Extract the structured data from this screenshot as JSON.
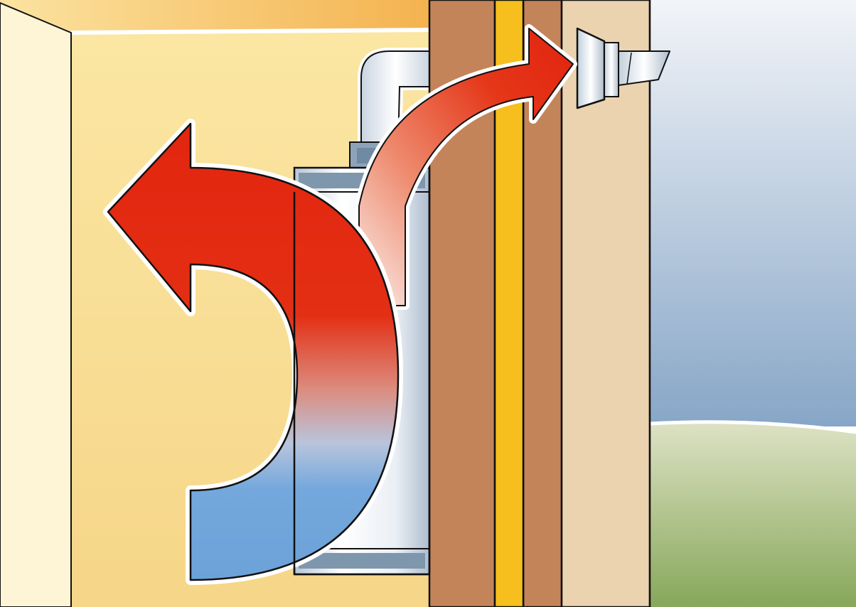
{
  "scene": {
    "elements": [
      "room-wall",
      "left-wall-panel",
      "heat-pump-water-heater",
      "exhaust-duct",
      "wall-studs",
      "wall-insulation",
      "exterior-siding",
      "exterior-vent-hood",
      "outdoor-sky",
      "outdoor-lawn"
    ]
  },
  "arrows": [
    {
      "id": "room-air-arrow",
      "gradient": [
        "#2f77c8",
        "#6fa9dd",
        "#d9a39a",
        "#e3361a"
      ]
    },
    {
      "id": "exhaust-air-arrow",
      "gradient": [
        "#f6e4e0",
        "#e85a3a",
        "#e2230f"
      ]
    }
  ],
  "colors": {
    "wall_warm": "#f8dd8e",
    "wall_light": "#fdf6d8",
    "stud": "#c4845a",
    "insulation": "#f7c020",
    "siding": "#ecd4b2",
    "sky_top": "#eef1f6",
    "sky_bottom": "#8eaccb",
    "grass_top": "#d6dcb8",
    "grass_bottom": "#8cab5c",
    "arrow_red": "#e2230f",
    "arrow_blue": "#6fa9dd",
    "outline": "#111111"
  }
}
